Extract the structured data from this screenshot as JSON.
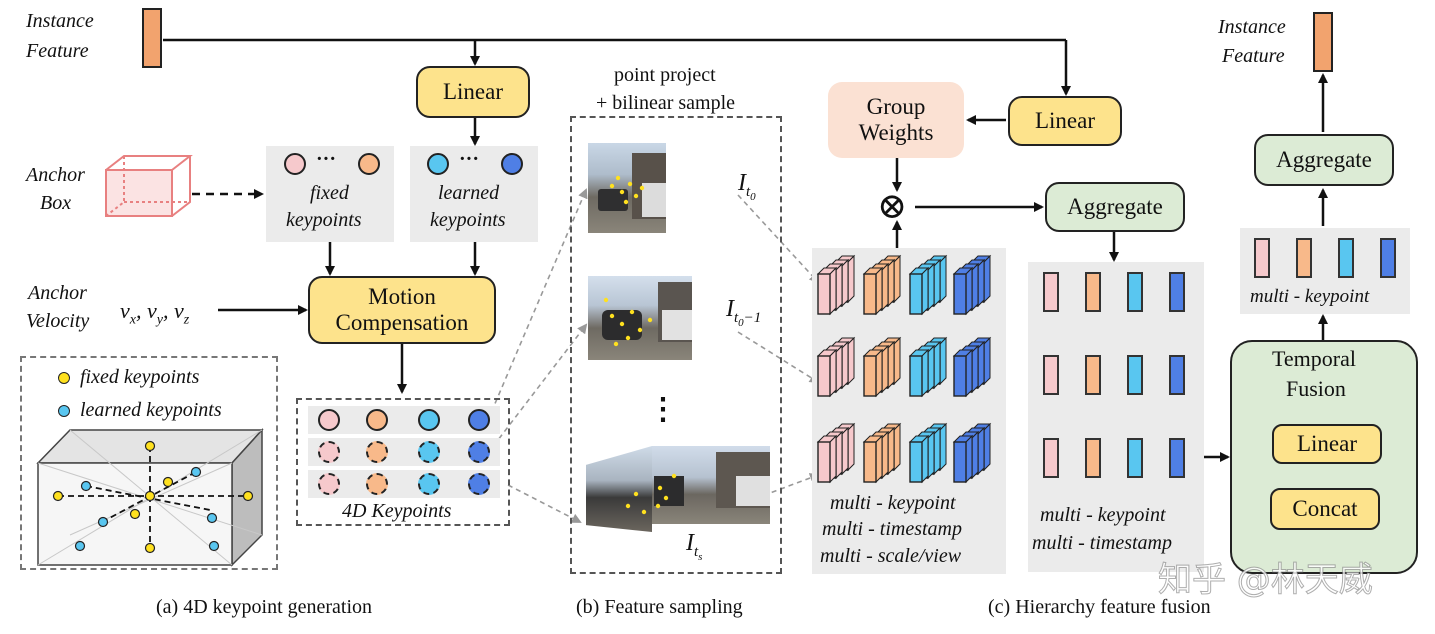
{
  "colors": {
    "pink": "#f6c9cc",
    "orange": "#f8b98a",
    "cyan": "#59c6f0",
    "blue": "#4f7fe5",
    "yellow": "#fde38c",
    "green": "#dcebd5",
    "peach": "#fbe1d3",
    "gray": "#ebebeb"
  },
  "instance_feature_left": [
    "Instance",
    "Feature"
  ],
  "instance_feature_right": [
    "Instance",
    "Feature"
  ],
  "linear_top": "Linear",
  "linear_right": "Linear",
  "fixed_keypoints_label": [
    "fixed",
    "keypoints"
  ],
  "learned_keypoints_label": [
    "learned",
    "keypoints"
  ],
  "ellipsis": "···",
  "anchor_box": [
    "Anchor",
    "Box"
  ],
  "anchor_velocity": [
    "Anchor",
    "Velocity"
  ],
  "velocity_symbols": "v",
  "motion_compensation": [
    "Motion",
    "Compensation"
  ],
  "legend": {
    "fixed": "fixed keypoints",
    "learned": "learned keypoints"
  },
  "keypoints_4d": "4D Keypoints",
  "sampling_title": [
    "point project",
    "+ bilinear sample"
  ],
  "frame_labels": {
    "t0": "t",
    "t0m1": "t",
    "ts": "t"
  },
  "vdots": "⋮",
  "group_weights": [
    "Group",
    "Weights"
  ],
  "otimes": "⊗",
  "aggregate_mid": "Aggregate",
  "aggregate_right": "Aggregate",
  "mid_text": [
    "multi - keypoint",
    "multi - timestamp",
    "multi - scale/view"
  ],
  "agg_text": [
    "multi - keypoint",
    "multi - timestamp"
  ],
  "mk_text": "multi - keypoint",
  "temporal_fusion": [
    "Temporal",
    "Fusion"
  ],
  "linear_tf": "Linear",
  "concat": "Concat",
  "captions": {
    "a": "(a) 4D keypoint generation",
    "b": "(b) Feature sampling",
    "c": "(c) Hierarchy feature fusion"
  },
  "watermark": "知乎 @林天威"
}
